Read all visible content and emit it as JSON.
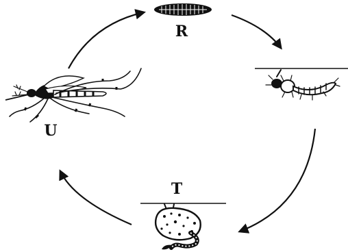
{
  "stages": [
    {
      "id": "R",
      "label": "R",
      "depicts": "egg-raft-icon"
    },
    {
      "id": "S",
      "label": "",
      "depicts": "larva-icon"
    },
    {
      "id": "T",
      "label": "T",
      "depicts": "pupa-icon"
    },
    {
      "id": "U",
      "label": "U",
      "depicts": "adult-mosquito-icon"
    }
  ],
  "colors": {
    "ink": "#111111",
    "background": "#ffffff"
  }
}
